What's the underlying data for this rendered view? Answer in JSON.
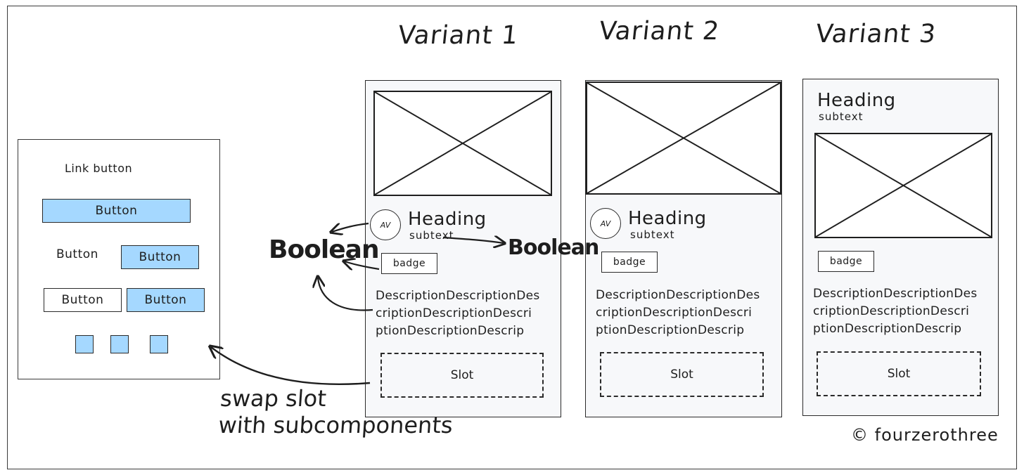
{
  "variants": [
    {
      "title": "Variant 1",
      "heading": "Heading",
      "subtext": "subtext",
      "avatar": "AV",
      "badge": "badge",
      "description": [
        "DescriptionDescriptionDes",
        "criptionDescriptionDescri",
        "ptionDescriptionDescrip"
      ],
      "slot": "Slot"
    },
    {
      "title": "Variant 2",
      "heading": "Heading",
      "subtext": "subtext",
      "avatar": "AV",
      "badge": "badge",
      "description": [
        "DescriptionDescriptionDes",
        "criptionDescriptionDescri",
        "ptionDescriptionDescrip"
      ],
      "slot": "Slot"
    },
    {
      "title": "Variant 3",
      "heading": "Heading",
      "subtext": "subtext",
      "badge": "badge",
      "description": [
        "DescriptionDescriptionDes",
        "criptionDescriptionDescri",
        "ptionDescriptionDescrip"
      ],
      "slot": "Slot"
    }
  ],
  "subcomponents": {
    "link_button": "Link button",
    "button_primary": "Button",
    "button_text": "Button",
    "button_blue_row2": "Button",
    "button_outline": "Button",
    "button_blue_row3": "Button",
    "colors": {
      "blue": "#a5d8ff"
    }
  },
  "annotations": {
    "boolean_left": "Boolean",
    "boolean_right": "Boolean",
    "swap_note_line1": "swap slot",
    "swap_note_line2": "with subcomponents"
  },
  "copyright": "© fourzerothree"
}
